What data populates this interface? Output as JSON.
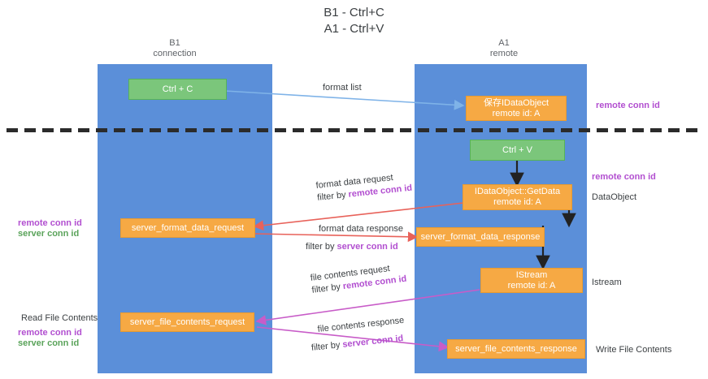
{
  "title": "B1 - Ctrl+C\nA1 - Ctrl+V",
  "lanes": [
    {
      "name": "b1",
      "header": "B1\nconnection"
    },
    {
      "name": "a1",
      "header": "A1\nremote"
    }
  ],
  "boxes": [
    {
      "name": "ctrl-c-box",
      "label": "Ctrl + C"
    },
    {
      "name": "store-idataobject-box",
      "label": "保存IDataObject\nremote id: A"
    },
    {
      "name": "ctrl-v-box",
      "label": "Ctrl + V"
    },
    {
      "name": "idataobject-getdata-box",
      "label": "IDataObject::GetData\nremote id: A"
    },
    {
      "name": "server-format-data-request-box",
      "label": "server_format_data_request"
    },
    {
      "name": "server-format-data-response-box",
      "label": "server_format_data_response"
    },
    {
      "name": "istream-box",
      "label": "IStream\nremote id: A"
    },
    {
      "name": "server-file-contents-request-box",
      "label": "server_file_contents_request"
    },
    {
      "name": "server-file-contents-response-box",
      "label": "server_file_contents_response"
    }
  ],
  "edge_labels": {
    "format_list": "format list",
    "format_data_request": "format data request",
    "format_data_request_filter_prefix": "filter by ",
    "format_data_request_filter_key": "remote conn id",
    "format_data_response": "format data response",
    "format_data_response_filter_prefix": "filter by ",
    "format_data_response_filter_key": "server conn id",
    "file_contents_request": "file contents request",
    "file_contents_request_filter_prefix": "filter by ",
    "file_contents_request_filter_key": "remote conn id",
    "file_contents_response": "file contents response",
    "file_contents_response_filter_prefix": "filter by ",
    "file_contents_response_filter_key": "server conn id"
  },
  "annotations": {
    "right_remote_conn_id_top": "remote conn id",
    "right_remote_conn_id_mid": "remote conn id",
    "right_dataobject": "DataObject",
    "right_istream": "Istream",
    "right_write_file_contents": "Write File Contents",
    "left_remote_conn_id": "remote conn id",
    "left_server_conn_id": "server conn id",
    "left_read_file_contents": "Read File Contents",
    "left_remote_conn_id_2": "remote conn id",
    "left_server_conn_id_2": "server conn id"
  },
  "colors": {
    "lane": "#5b8fd9",
    "green_box": "#7bc67b",
    "orange_box": "#f6a944",
    "purple_text": "#b24fd0",
    "green_text": "#5aa35a",
    "blue_arrow": "#7fb3e8",
    "red_arrow": "#e8625a",
    "magenta_arrow": "#c85cc8",
    "dark_arrow": "#222222"
  }
}
